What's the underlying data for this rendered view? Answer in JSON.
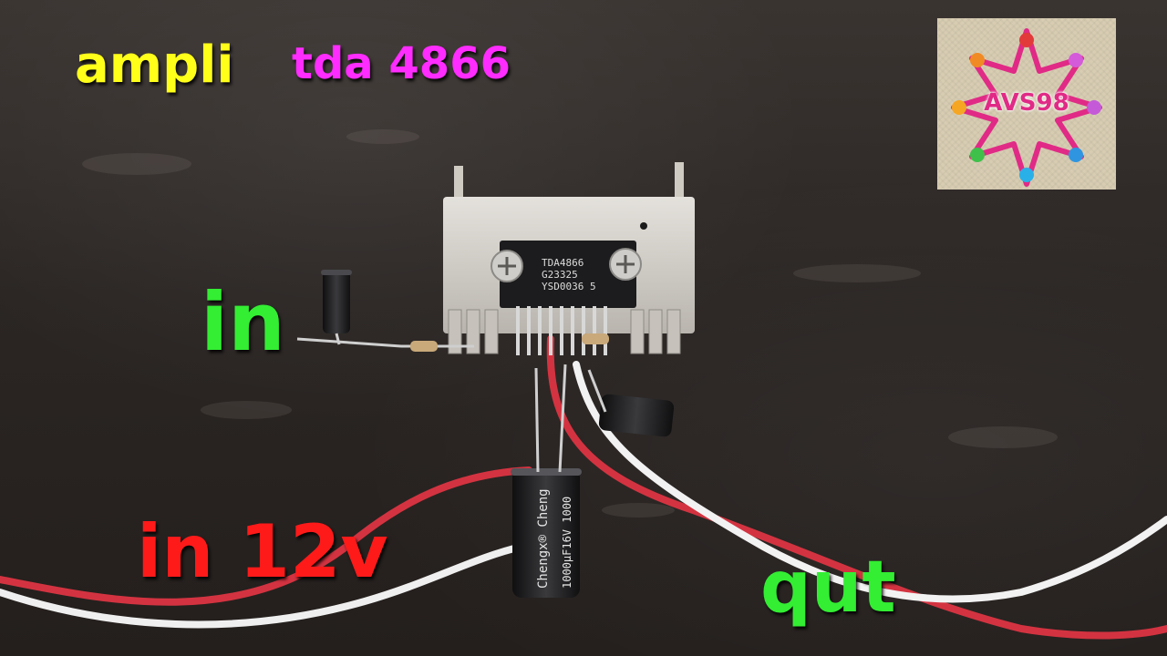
{
  "overlay": {
    "title_left": "ampli",
    "title_right": "tda 4866",
    "label_input": "in",
    "label_power": "in 12v",
    "label_output": "qut"
  },
  "logo": {
    "text": "AVS98"
  },
  "chip": {
    "line1": "TDA4866",
    "line2": "G23325",
    "line3": "YSD0036 5"
  },
  "capacitor": {
    "brand": "Chengx® Cheng",
    "rating": "1000µF16V 1000"
  },
  "colors": {
    "title_left": "#ffff1a",
    "title_right": "#ff2cff",
    "label_input": "#33ee33",
    "label_power": "#ff1a1a",
    "label_output": "#33ee33",
    "wire_red": "#d8303c",
    "wire_white": "#f1f1f1",
    "heatsink": "#d9d6d0"
  }
}
